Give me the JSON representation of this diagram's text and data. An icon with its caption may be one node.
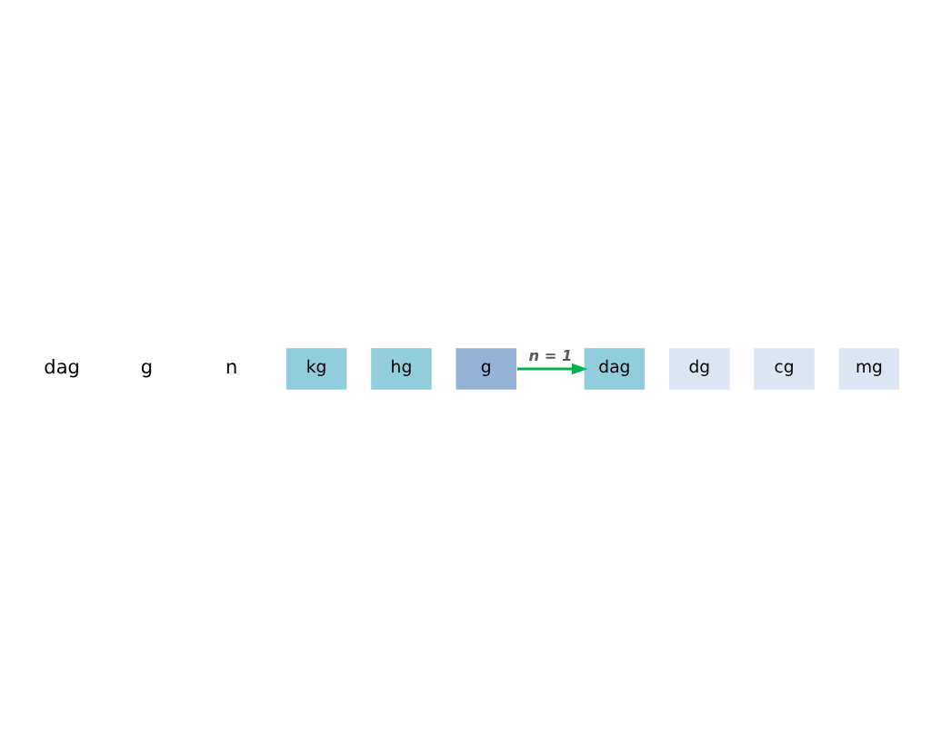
{
  "diagram": {
    "nodes": [
      {
        "text": [
          "kg"
        ]
      },
      {
        "text": [
          "hg"
        ]
      },
      {
        "text": [
          "dag"
        ]
      },
      {
        "text": [
          "g"
        ]
      },
      {
        "text": [
          "dg"
        ]
      },
      {
        "text": [
          "cg"
        ]
      },
      {
        "text": [
          "mg"
        ]
      }
    ],
    "edges": [
      {
        "from": 3,
        "to": 2,
        "arrow": "to",
        "label": "n = 1",
        "color": "#00b050"
      }
    ],
    "labels": [
      "dag",
      "g",
      "n"
    ]
  }
}
